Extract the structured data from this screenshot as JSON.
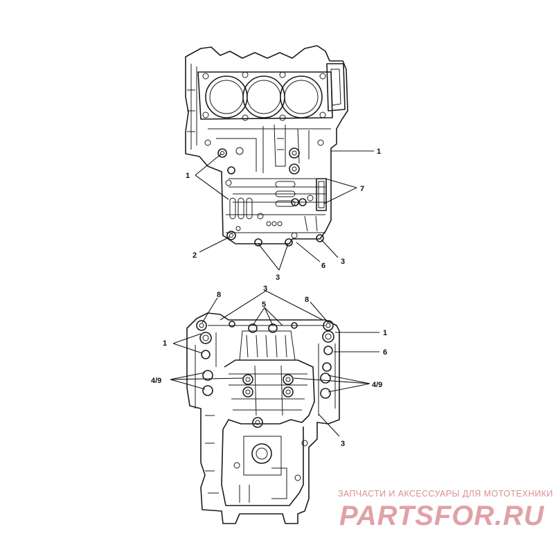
{
  "callouts_top": {
    "c1_right": "1",
    "c1_left": "1",
    "c7": "7",
    "c2": "2",
    "c6": "6",
    "c3_right": "3",
    "c3_bottom": "3"
  },
  "callouts_bottom": {
    "c3_top": "3",
    "c8_left": "8",
    "c8_right": "8",
    "c5": "5",
    "c1_right": "1",
    "c1_left": "1",
    "c6": "6",
    "c49_left": "4/9",
    "c49_right": "4/9",
    "c3_lower": "3"
  },
  "watermark": {
    "top_line": "ЗАПЧАСТИ И АКСЕССУАРЫ ДЛЯ МОТОТЕХНИКИ",
    "brand": "PARTSFOR.RU"
  },
  "colors": {
    "line": "#1a1a1a",
    "watermark": "#e0a1a6"
  }
}
